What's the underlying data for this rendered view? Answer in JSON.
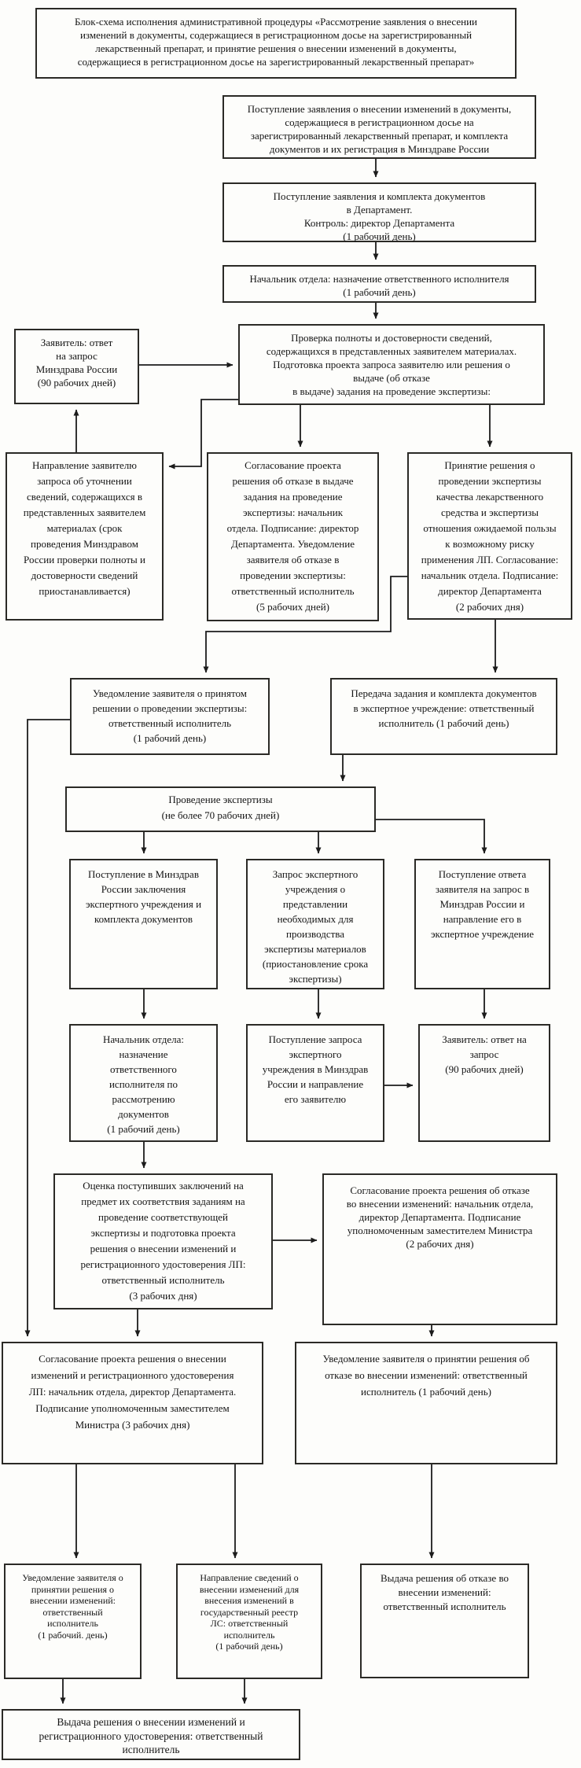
{
  "flowchart": {
    "document_kind": "Блок-схема административной процедуры (Минздрав России)",
    "nodes": {
      "title": {
        "label": "Блок-схема исполнения административной процедуры «Рассмотрение заявления о внесении\nизменений в документы, содержащиеся в регистрационном досье на зарегистрированный\nлекарственный препарат, и принятие решения о внесении изменений в документы,\nсодержащиеся в регистрационном досье на зарегистрированный лекарственный препарат»"
      },
      "intake": {
        "label": "Поступление заявления о внесении изменений в документы,\nсодержащиеся в регистрационном досье на\nзарегистрированный лекарственный препарат, и комплекта\nдокументов и их регистрация в Минздраве России"
      },
      "dept": {
        "label": "Поступление заявления и комплекта документов\nв Департамент.\nКонтроль: директор Департамента\n(1 рабочий день)"
      },
      "chief": {
        "label": "Начальник отдела: назначение ответственного исполнителя\n(1 рабочий день)"
      },
      "applicant_answer": {
        "label": "Заявитель: ответ\nна запрос\nМинздрава России\n(90 рабочих дней)"
      },
      "check": {
        "label": "Проверка полноты и достоверности сведений,\nсодержащихся в представленных заявителем материалах.\nПодготовка проекта запроса заявителю или решения о\nвыдаче (об отказе\nв выдаче) задания на проведение экспертизы:"
      },
      "request_clarify": {
        "label": "Направление заявителю\nзапроса об уточнении\nсведений, содержащихся в\nпредставленных заявителем\nматериалах (срок\nпроведения Минздравом\nРоссии проверки полноты и\nдостоверности сведений\nприостанавливается)"
      },
      "refuse_task": {
        "label": "Согласование проекта\nрешения об отказе в выдаче\nзадания на проведение\nэкспертизы: начальник\nотдела. Подписание: директор\nДепартамента. Уведомление\nзаявителя об отказе в\nпроведении экспертизы:\nответственный исполнитель\n(5 рабочих дней)"
      },
      "decide_expertise": {
        "label": "Принятие решения о\nпроведении экспертизы\nкачества лекарственного\nсредства и экспертизы\nотношения ожидаемой пользы\nк возможному риску\nприменения ЛП. Согласование:\nначальник отдела. Подписание:\nдиректор Департамента\n(2 рабочих дня)"
      },
      "notify_decision": {
        "label": "Уведомление заявителя о принятом\nрешении о проведении экспертизы:\nответственный исполнитель\n(1 рабочий день)"
      },
      "transfer": {
        "label": "Передача задания и комплекта документов\nв экспертное учреждение: ответственный\nисполнитель (1 рабочий день)"
      },
      "expertise": {
        "label": "Проведение экспертизы\n(не более 70 рабочих дней)"
      },
      "conclusion_in": {
        "label": "Поступление в Минздрав\nРоссии заключения\nэкспертного учреждения и\nкомплекта документов"
      },
      "expert_request": {
        "label": "Запрос экспертного\nучреждения о\nпредставлении\nнеобходимых для\nпроизводства\nэкспертизы материалов\n(приостановление срока\nэкспертизы)"
      },
      "answer_in": {
        "label": "Поступление ответа\nзаявителя на запрос в\nМинздрав России и\nнаправление его в\nэкспертное учреждение"
      },
      "chief2": {
        "label": "Начальник отдела:\nназначение\nответственного\nисполнителя по\nрассмотрению\nдокументов\n(1 рабочий день)"
      },
      "request_forward": {
        "label": "Поступление запроса\nэкспертного\nучреждения в Минздрав\nРоссии  и направление\nего заявителю"
      },
      "applicant_answer2": {
        "label": "Заявитель: ответ на\nзапрос\n(90 рабочих дней)"
      },
      "evaluate": {
        "label": "Оценка поступивших заключений на\nпредмет их соответствия заданиям на\nпроведение соответствующей\nэкспертизы и подготовка проекта\nрешения о внесении изменений и\nрегистрационного удостоверения ЛП:\nответственный исполнитель\n(3 рабочих дня)"
      },
      "approve_refusal": {
        "label": "Согласование проекта решения об отказе\nво внесении изменений: начальник отдела,\nдиректор Департамента. Подписание\nуполномоченным заместителем Министра\n(2 рабочих дня)"
      },
      "approve_changes": {
        "label": "Согласование проекта решения о внесении\nизменений и регистрационного удостоверения\nЛП: начальник отдела, директор Департамента.\nПодписание уполномоченным заместителем\nМинистра (3 рабочих дня)"
      },
      "notify_refusal": {
        "label": "Уведомление заявителя о принятии решения об\nотказе во внесении изменений: ответственный\nисполнитель (1 рабочий день)"
      },
      "notify_changes": {
        "label": "Уведомление заявителя о\nпринятии решения о\nвнесении изменений:\nответственный\nисполнитель\n(1 рабочий. день)"
      },
      "registry": {
        "label": "Направление сведений о\nвнесении изменений для\nвнесения изменений в\nгосударственный реестр\nЛС: ответственный\nисполнитель\n(1 рабочий день)"
      },
      "issue_refusal": {
        "label": "Выдача решения об отказе во\nвнесении изменений:\nответственный исполнитель"
      },
      "issue_changes": {
        "label": "Выдача решения о внесении изменений и\nрегистрационного удостоверения: ответственный\nисполнитель"
      }
    },
    "edges": [
      {
        "from": "intake",
        "to": "dept"
      },
      {
        "from": "dept",
        "to": "chief"
      },
      {
        "from": "chief",
        "to": "check"
      },
      {
        "from": "applicant_answer",
        "to": "check"
      },
      {
        "from": "check",
        "to": "request_clarify"
      },
      {
        "from": "check",
        "to": "refuse_task"
      },
      {
        "from": "check",
        "to": "decide_expertise"
      },
      {
        "from": "request_clarify",
        "to": "applicant_answer"
      },
      {
        "from": "decide_expertise",
        "to": "notify_decision"
      },
      {
        "from": "decide_expertise",
        "to": "transfer"
      },
      {
        "from": "notify_decision",
        "to": "approve_changes"
      },
      {
        "from": "transfer",
        "to": "expertise"
      },
      {
        "from": "expertise",
        "to": "conclusion_in"
      },
      {
        "from": "expertise",
        "to": "expert_request"
      },
      {
        "from": "expertise",
        "to": "answer_in"
      },
      {
        "from": "conclusion_in",
        "to": "chief2"
      },
      {
        "from": "expert_request",
        "to": "request_forward"
      },
      {
        "from": "answer_in",
        "to": "applicant_answer2"
      },
      {
        "from": "request_forward",
        "to": "applicant_answer2"
      },
      {
        "from": "chief2",
        "to": "evaluate"
      },
      {
        "from": "evaluate",
        "to": "approve_refusal"
      },
      {
        "from": "evaluate",
        "to": "approve_changes"
      },
      {
        "from": "approve_refusal",
        "to": "notify_refusal"
      },
      {
        "from": "approve_changes",
        "to": "notify_changes"
      },
      {
        "from": "approve_changes",
        "to": "registry"
      },
      {
        "from": "notify_refusal",
        "to": "issue_refusal"
      },
      {
        "from": "notify_changes",
        "to": "issue_changes"
      },
      {
        "from": "registry",
        "to": "issue_changes"
      }
    ]
  }
}
